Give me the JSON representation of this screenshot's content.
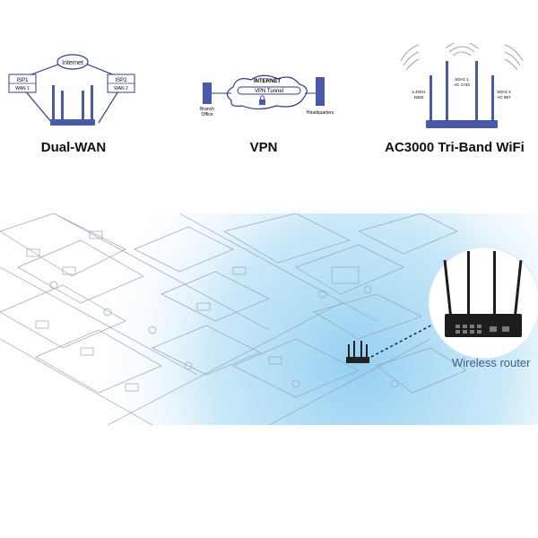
{
  "features": [
    {
      "title": "Dual-WAN",
      "diagram": {
        "cloud_label": "Internet",
        "isp1": {
          "name": "ISP1",
          "port": "WAN 1"
        },
        "isp2": {
          "name": "ISP2",
          "port": "WAN 2"
        }
      }
    },
    {
      "title": "VPN",
      "diagram": {
        "cloud_label": "INTERNET",
        "tunnel_label": "VPN Tunnel",
        "left_site": [
          "Branch",
          "Office"
        ],
        "right_site": "Headquarters"
      }
    },
    {
      "title": "AC3000 Tri-Band WiFi",
      "diagram": {
        "left_band": [
          "2.4GHz",
          "N450"
        ],
        "center_band": [
          "5GHz 1",
          "AC 1733"
        ],
        "right_band": [
          "5GHz 2",
          "AC 867"
        ]
      }
    }
  ],
  "office_scene": {
    "callout_label": "Wireless router"
  },
  "colors": {
    "line_blue": "#2c3e8c",
    "router_blue": "#4a5aa8",
    "coverage_blue": "#6fc0ec",
    "sketch_gray": "#9aa5b5",
    "label_blue": "#3b5f8e"
  }
}
